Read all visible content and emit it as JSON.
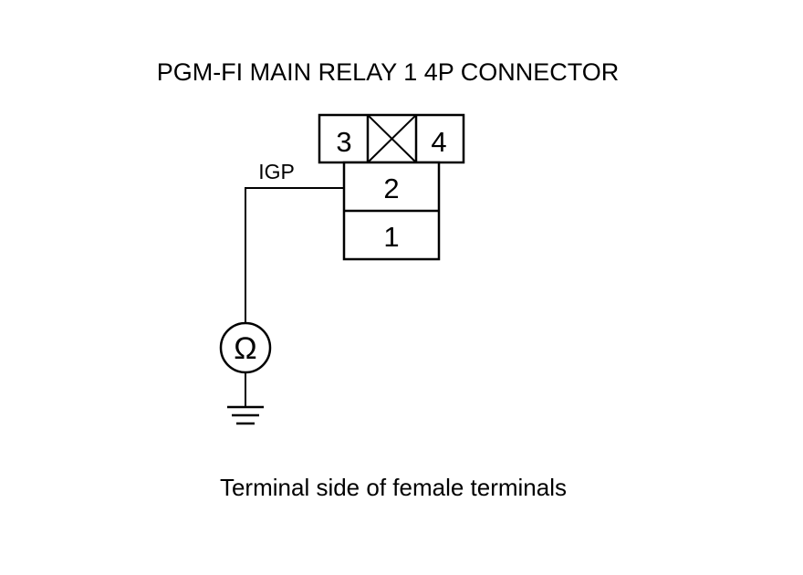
{
  "diagram": {
    "title": "PGM-FI MAIN RELAY 1 4P CONNECTOR",
    "connector": {
      "pins": {
        "pin3": "3",
        "pin4": "4",
        "pin2": "2",
        "pin1": "1"
      }
    },
    "wire_label": "IGP",
    "meter_symbol": "Ω",
    "caption": "Terminal side of female terminals",
    "icons": [
      "ohmmeter-icon",
      "ground-icon",
      "blocked-cavity-icon"
    ]
  }
}
